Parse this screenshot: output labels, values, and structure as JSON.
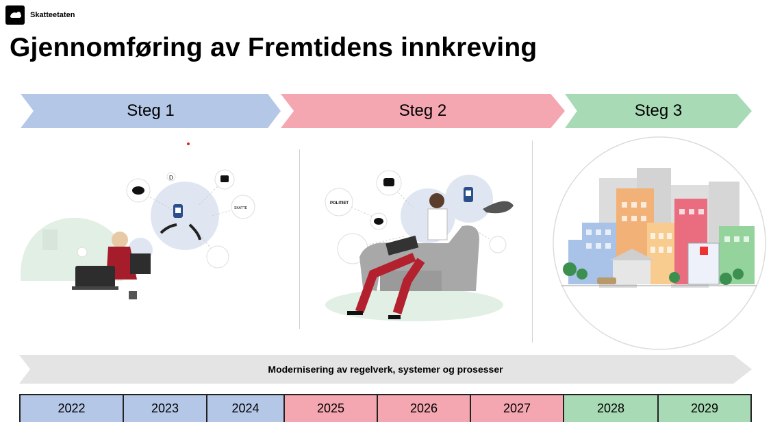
{
  "header": {
    "brand": "Skatteetaten",
    "title": "Gjennomføring av Fremtidens innkreving"
  },
  "steps": [
    {
      "label": "Steg 1",
      "color": "#b4c7e7"
    },
    {
      "label": "Steg 2",
      "color": "#f4a6b1"
    },
    {
      "label": "Steg 3",
      "color": "#a8dbb5"
    }
  ],
  "illustrations": {
    "step1_bubble_labels": [
      "D",
      "SKATTE"
    ],
    "step2_bubble_labels": [
      "POLITIET"
    ]
  },
  "modernization_bar": {
    "label": "Modernisering av regelverk, systemer og prosesser",
    "color": "#e4e4e4"
  },
  "years": [
    {
      "label": "2022",
      "color": "#b4c7e7"
    },
    {
      "label": "2023",
      "color": "#b4c7e7"
    },
    {
      "label": "2024",
      "color": "#b4c7e7"
    },
    {
      "label": "2025",
      "color": "#f4a6b1"
    },
    {
      "label": "2026",
      "color": "#f4a6b1"
    },
    {
      "label": "2027",
      "color": "#f4a6b1"
    },
    {
      "label": "2028",
      "color": "#a8dbb5"
    },
    {
      "label": "2029",
      "color": "#a8dbb5"
    }
  ]
}
